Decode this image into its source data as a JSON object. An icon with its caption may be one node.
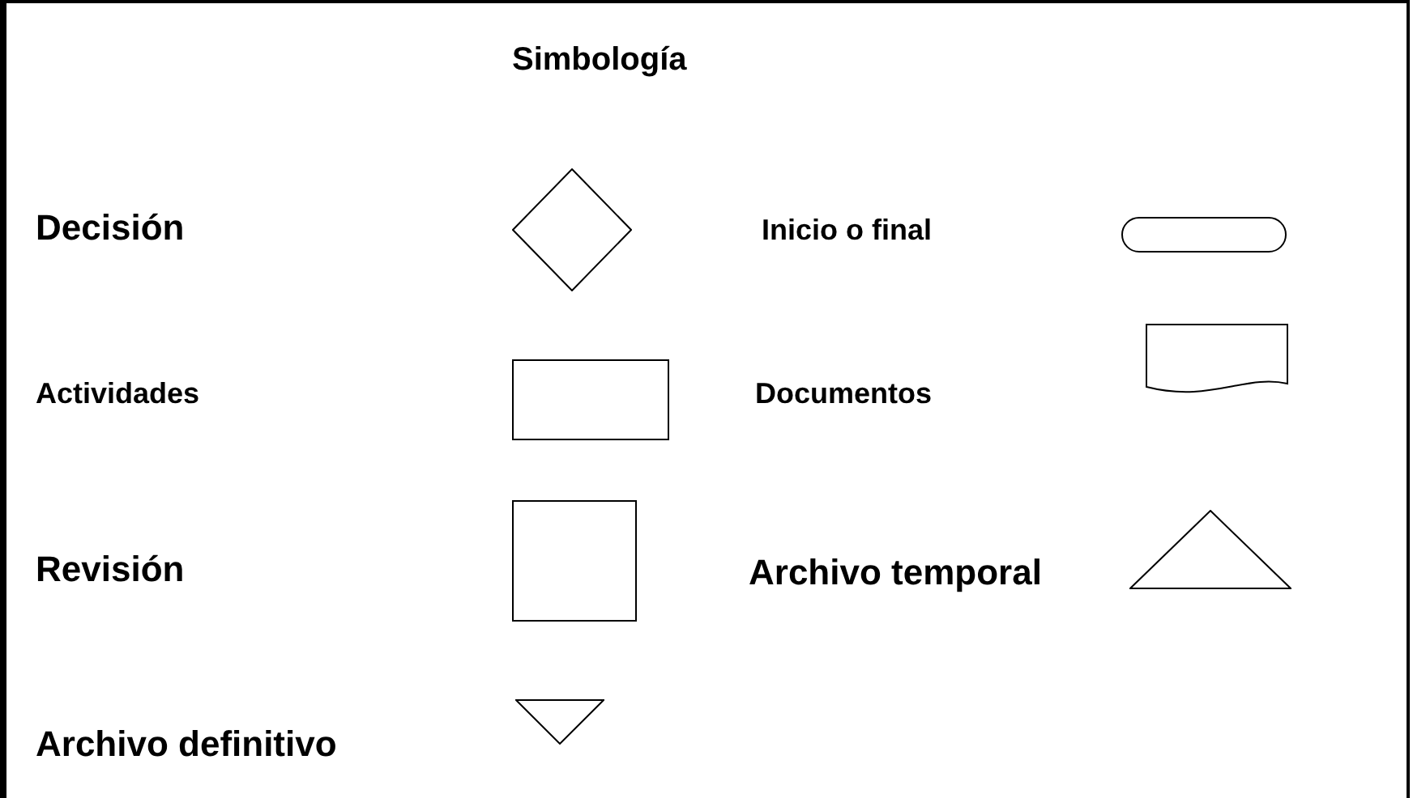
{
  "diagram": {
    "title": "Simbología",
    "nodes": [
      {
        "text": [],
        "shape": "diamond"
      },
      {
        "text": [],
        "shape": "pill"
      },
      {
        "text": [],
        "shape": "rectangle"
      },
      {
        "text": [],
        "shape": "document"
      },
      {
        "text": [],
        "shape": "square"
      },
      {
        "text": [],
        "shape": "triangle"
      },
      {
        "text": [],
        "shape": "downtriangle"
      }
    ],
    "labels": [
      "Decisión",
      "Inicio o final",
      "Actividades",
      "Documentos",
      "Revisión",
      "Archivo temporal",
      "Archivo definitivo"
    ]
  }
}
